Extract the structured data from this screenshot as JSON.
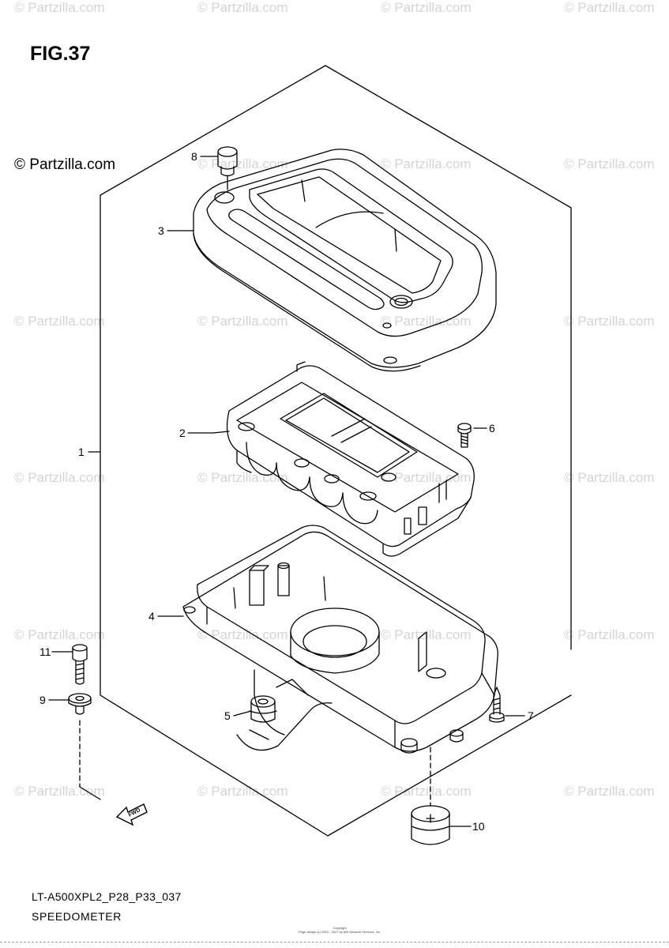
{
  "figure": {
    "title": "FIG.37",
    "credit": "© Partzilla.com",
    "watermark": "© Partzilla.com",
    "model_code": "LT-A500XPL2_P28_P33_037",
    "section_title": "SPEEDOMETER",
    "copyright_lines": [
      "Copyright",
      "Page design (c) 2004 - 2017 by ARI Network Services, Inc."
    ]
  },
  "callouts": {
    "c1": "1",
    "c2": "2",
    "c3": "3",
    "c4": "4",
    "c5": "5",
    "c6": "6",
    "c7": "7",
    "c8": "8",
    "c9": "9",
    "c10": "10",
    "c11": "11"
  },
  "direction_marker": {
    "label": "FWD"
  },
  "colors": {
    "line": "#000000",
    "watermark": "#d4d4d4"
  }
}
